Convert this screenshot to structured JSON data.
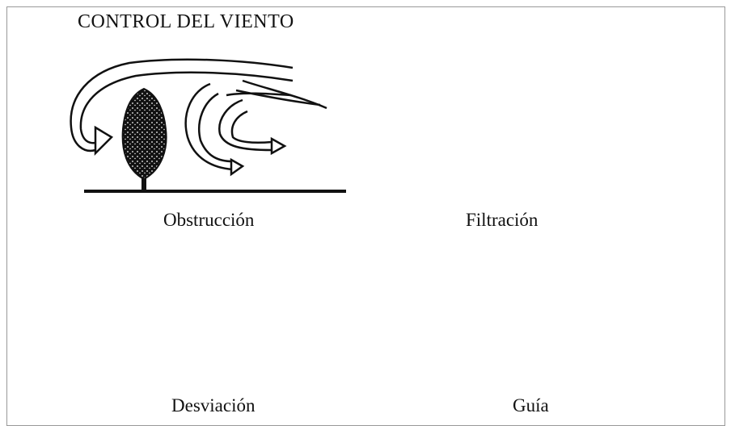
{
  "title": "CONTROL DEL VIENTO",
  "panels": [
    {
      "id": "obstruccion",
      "caption": "Obstrucción"
    },
    {
      "id": "filtracion",
      "caption": "Filtración"
    },
    {
      "id": "desviacion",
      "caption": "Desviación"
    },
    {
      "id": "guia",
      "caption": "Guía"
    }
  ],
  "colors": {
    "ink": "#111111",
    "background": "#ffffff",
    "frame": "#999999"
  }
}
